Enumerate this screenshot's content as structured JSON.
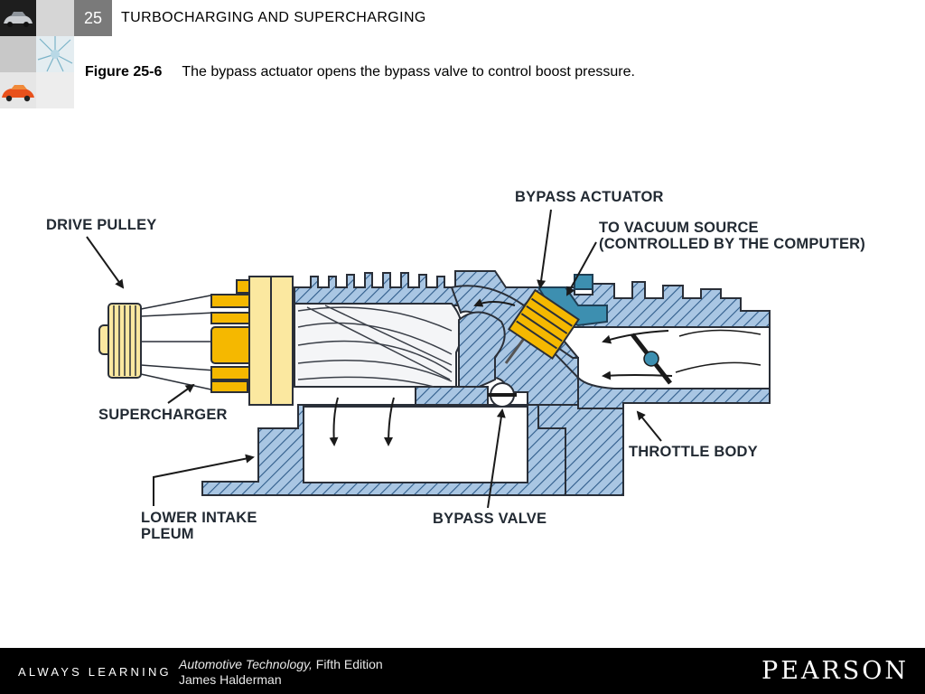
{
  "header": {
    "chapter_number": "25",
    "chapter_title": "TURBOCHARGING AND SUPERCHARGING"
  },
  "figure": {
    "label": "Figure 25-6",
    "caption": "The bypass actuator opens the bypass valve to control boost pressure."
  },
  "diagram": {
    "labels": {
      "drive_pulley": "DRIVE PULLEY",
      "bypass_actuator": "BYPASS ACTUATOR",
      "vacuum_line1": "TO VACUUM SOURCE",
      "vacuum_line2": "(CONTROLLED BY THE COMPUTER)",
      "supercharger": "SUPERCHARGER",
      "throttle_body": "THROTTLE BODY",
      "lower_intake_line1": "LOWER INTAKE",
      "lower_intake_line2": "PLEUM",
      "bypass_valve": "BYPASS VALVE"
    },
    "colors": {
      "housing": "#a9c6e3",
      "hatch": "#2f5c8a",
      "gear_yellow": "#f5b800",
      "pale_yellow": "#fbe8a0",
      "actuator_teal": "#3d8fb0",
      "outline": "#2a2f38"
    }
  },
  "footer": {
    "tagline": "ALWAYS LEARNING",
    "book_title": "Automotive Technology,",
    "edition": "Fifth Edition",
    "author": "James Halderman",
    "publisher": "PEARSON"
  }
}
